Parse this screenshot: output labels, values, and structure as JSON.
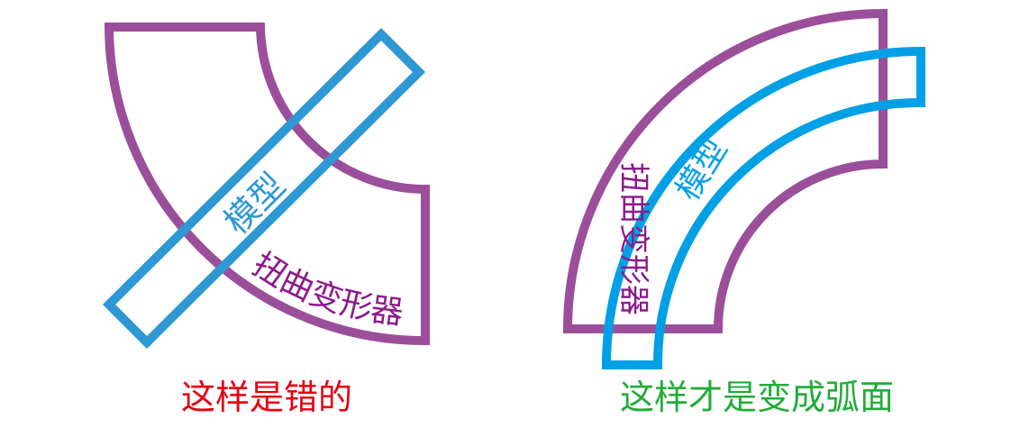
{
  "colors": {
    "deformer": "#9b4f9b",
    "deformer_text": "#8b1a8b",
    "model": "#2e98d4",
    "model_right": "#00a0e6",
    "wrong_caption": "#e60012",
    "right_caption": "#22ac38",
    "background": "#ffffff"
  },
  "left_panel": {
    "model_label": "模型",
    "deformer_label": "扭曲变形器",
    "caption": "这样是错的"
  },
  "right_panel": {
    "model_label": "模型",
    "deformer_label": "扭曲变形器",
    "caption": "这样才是变成弧面"
  }
}
